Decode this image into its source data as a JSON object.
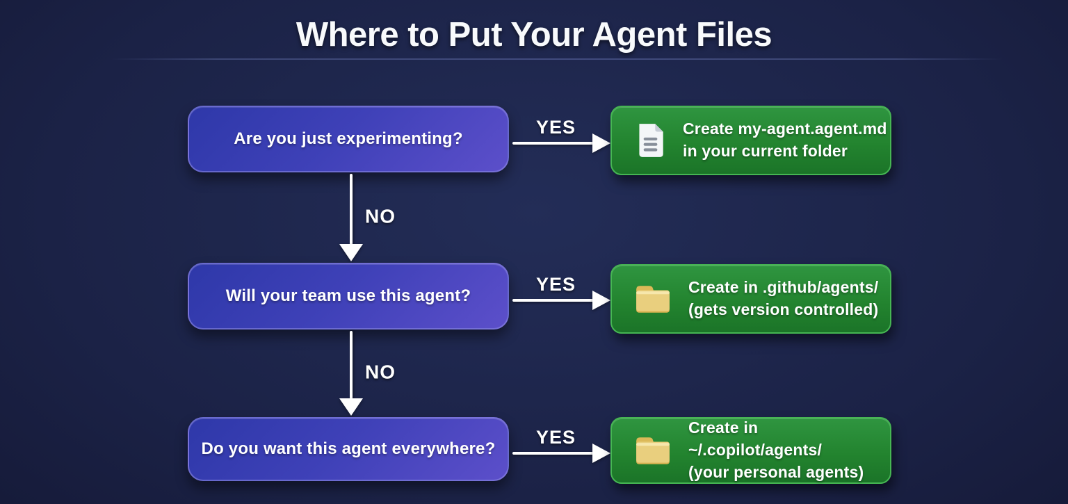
{
  "title": "Where to Put Your Agent Files",
  "colors": {
    "background_center": "#1d2547",
    "background_edge": "#0a0c20",
    "question_gradient_start": "#2e38a9",
    "question_gradient_end": "#5c4fca",
    "question_border": "#948fe8",
    "answer_gradient_start": "#2f9540",
    "answer_gradient_end": "#1b7428",
    "answer_border": "#46b653",
    "arrow": "#ffffff",
    "folder_icon": "#e8cb72",
    "document_icon": "#f4f6f8"
  },
  "rows": [
    {
      "question": "Are you just experimenting?",
      "yes_label": "YES",
      "no_label": "NO",
      "answer": {
        "icon": "document-icon",
        "line1": "Create my-agent.agent.md",
        "line2": "in your current folder"
      }
    },
    {
      "question": "Will your team use this agent?",
      "yes_label": "YES",
      "no_label": "NO",
      "answer": {
        "icon": "folder-icon",
        "line1": "Create in .github/agents/",
        "line2": "(gets version controlled)"
      }
    },
    {
      "question": "Do you want this agent everywhere?",
      "yes_label": "YES",
      "answer": {
        "icon": "folder-icon",
        "line1": "Create in ~/.copilot/agents/",
        "line2": "(your personal agents)"
      }
    }
  ]
}
